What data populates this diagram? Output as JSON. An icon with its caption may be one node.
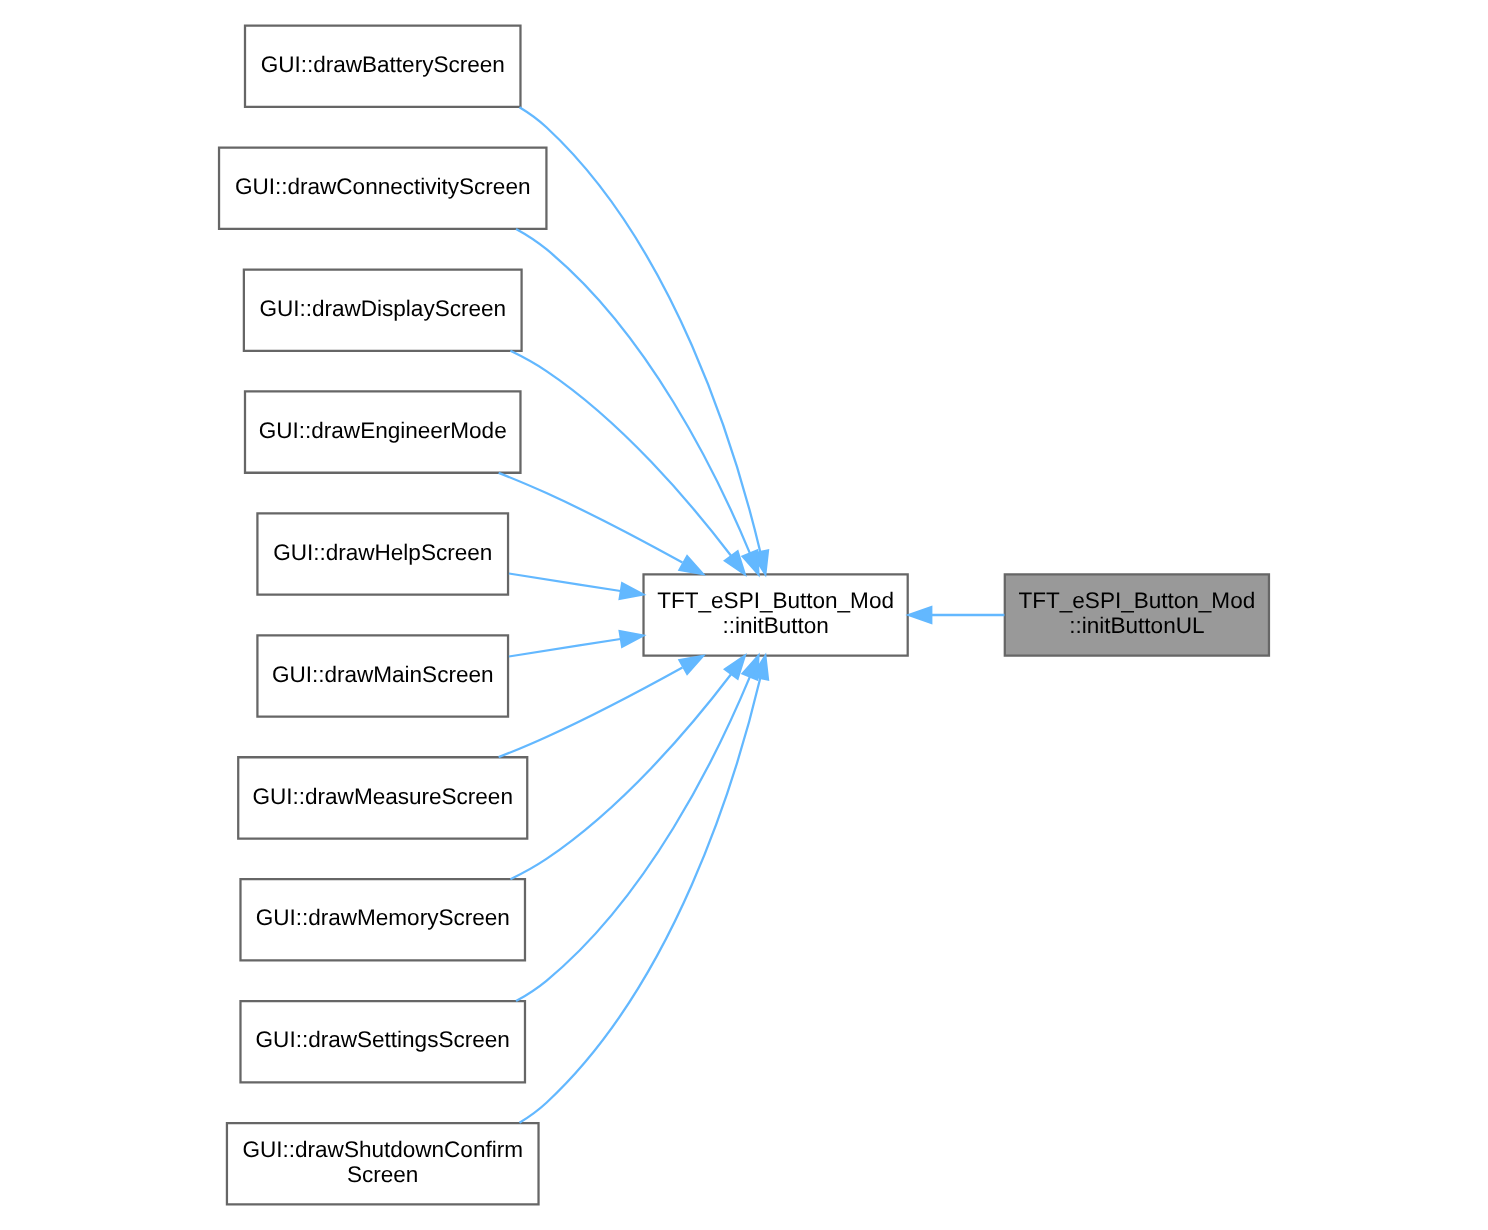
{
  "diagram": {
    "nodes": [
      {
        "text": [
          "GUI::drawBatteryScreen"
        ]
      },
      {
        "text": [
          "GUI::drawConnectivityScreen"
        ]
      },
      {
        "text": [
          "GUI::drawDisplayScreen"
        ]
      },
      {
        "text": [
          "GUI::drawEngineerMode"
        ]
      },
      {
        "text": [
          "GUI::drawHelpScreen"
        ]
      },
      {
        "text": [
          "GUI::drawMainScreen"
        ]
      },
      {
        "text": [
          "GUI::drawMeasureScreen"
        ]
      },
      {
        "text": [
          "GUI::drawMemoryScreen"
        ]
      },
      {
        "text": [
          "GUI::drawSettingsScreen"
        ]
      },
      {
        "text": [
          "GUI::drawShutdownConfirm Screen"
        ]
      },
      {
        "text": [
          "TFT_eSPI_Button_Mod ::initButton"
        ]
      },
      {
        "text": [
          "TFT_eSPI_Button_Mod ::initButtonUL"
        ]
      }
    ],
    "edges": [
      {
        "from": 0,
        "to": 10,
        "arrow": "to"
      },
      {
        "from": 1,
        "to": 10,
        "arrow": "to"
      },
      {
        "from": 2,
        "to": 10,
        "arrow": "to"
      },
      {
        "from": 3,
        "to": 10,
        "arrow": "to"
      },
      {
        "from": 4,
        "to": 10,
        "arrow": "to"
      },
      {
        "from": 5,
        "to": 10,
        "arrow": "to"
      },
      {
        "from": 6,
        "to": 10,
        "arrow": "to"
      },
      {
        "from": 7,
        "to": 10,
        "arrow": "to"
      },
      {
        "from": 8,
        "to": 10,
        "arrow": "to"
      },
      {
        "from": 9,
        "to": 10,
        "arrow": "to"
      },
      {
        "from": 11,
        "to": 10,
        "arrow": "to"
      }
    ]
  }
}
